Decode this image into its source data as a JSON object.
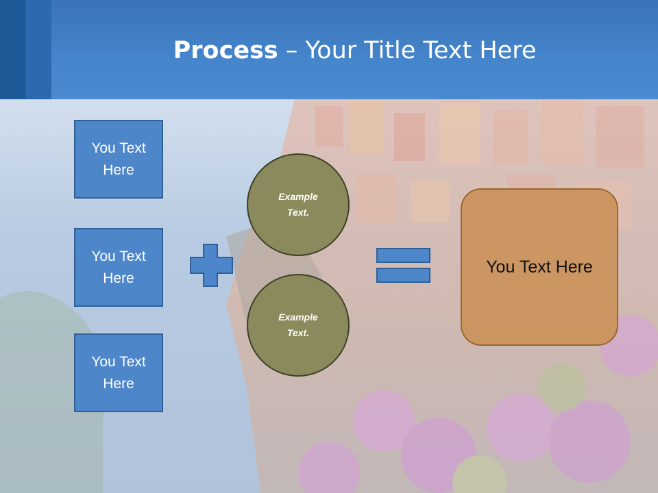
{
  "title": {
    "bold": "Process",
    "rest": " – Your Title Text Here"
  },
  "left_boxes": [
    {
      "label": "You Text Here"
    },
    {
      "label": "You Text Here"
    },
    {
      "label": "You Text Here"
    }
  ],
  "circles": [
    {
      "label": "Example Text."
    },
    {
      "label": "Example Text."
    }
  ],
  "result": {
    "label": "You Text Here"
  },
  "colors": {
    "header": "#4585cb",
    "box_fill": "#4d86c9",
    "circle_fill": "#8a8a5c",
    "result_fill": "#cc9662"
  },
  "icons": [
    "plus-icon",
    "equals-icon"
  ]
}
